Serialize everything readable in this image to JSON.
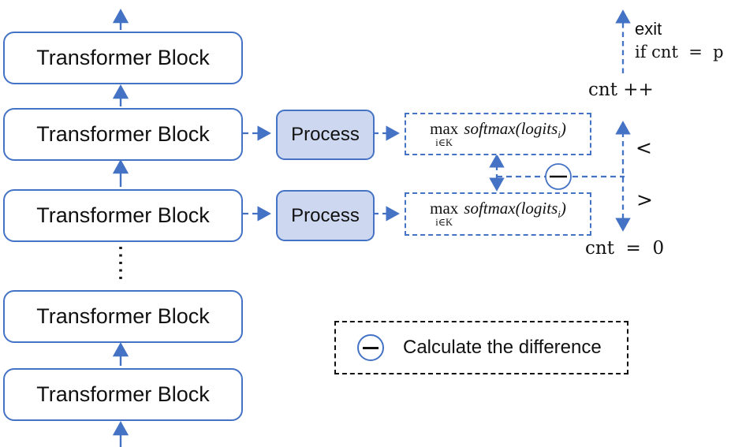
{
  "colors": {
    "accent_blue": "#4472C4",
    "process_fill": "#CDD8F0",
    "legend_border": "#111111",
    "text": "#111111"
  },
  "transformer_blocks": [
    {
      "label": "Transformer Block"
    },
    {
      "label": "Transformer Block"
    },
    {
      "label": "Transformer Block"
    },
    {
      "label": "Transformer Block"
    },
    {
      "label": "Transformer Block"
    }
  ],
  "process_blocks": [
    {
      "label": "Process"
    },
    {
      "label": "Process"
    }
  ],
  "formula_boxes": [
    {
      "max": "max",
      "sub": "i∈K",
      "body": "softmax(logits",
      "body_sub": "i",
      "close": ")"
    },
    {
      "max": "max",
      "sub": "i∈K",
      "body": "softmax(logits",
      "body_sub": "i",
      "close": ")"
    }
  ],
  "annotations": {
    "exit": "exit",
    "exit_condition": "if cnt  =  p",
    "counter_increment": "cnt ++",
    "less_than": "<",
    "greater_than": ">",
    "counter_reset": "cnt  =  0"
  },
  "legend": {
    "icon": "minus-circle",
    "label": "Calculate the difference"
  }
}
